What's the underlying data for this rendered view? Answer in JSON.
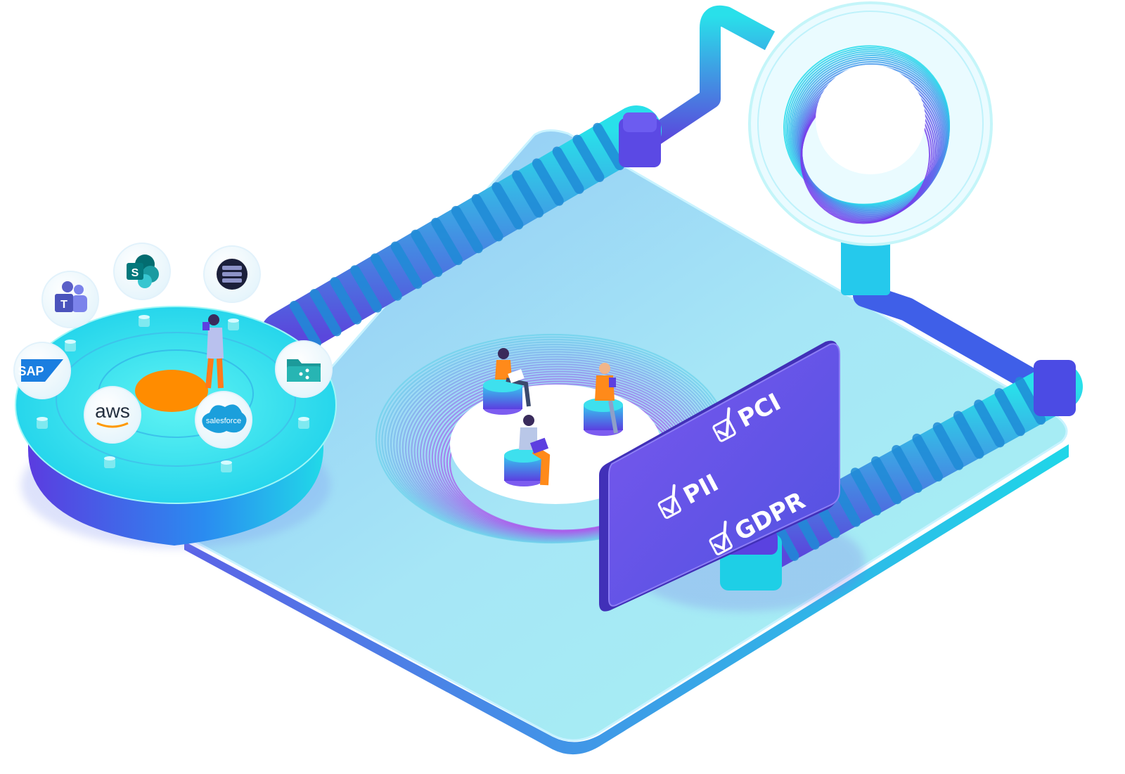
{
  "integrations": [
    {
      "name": "SAP",
      "label": "SAP",
      "icon": "sap-logo-icon"
    },
    {
      "name": "Microsoft Teams",
      "label": "T",
      "icon": "teams-icon"
    },
    {
      "name": "SharePoint",
      "label": "S",
      "icon": "sharepoint-icon"
    },
    {
      "name": "Server",
      "label": "",
      "icon": "server-icon"
    },
    {
      "name": "File Share",
      "label": "",
      "icon": "shared-folder-icon"
    },
    {
      "name": "AWS",
      "label": "aws",
      "icon": "aws-logo-icon"
    },
    {
      "name": "Salesforce",
      "label": "salesforce",
      "icon": "salesforce-logo-icon"
    }
  ],
  "compliance_panel": {
    "items": [
      {
        "label": "PII"
      },
      {
        "label": "PCI"
      },
      {
        "label": "GDPR"
      }
    ]
  },
  "colors": {
    "platform_top": "#a5e9f3",
    "platform_edge": "#6f7ce8",
    "cyan": "#20d8e6",
    "purple": "#6a3fe0",
    "blue": "#4a7df0",
    "orange": "#ff8c00",
    "panel": "#6a4fe4"
  }
}
